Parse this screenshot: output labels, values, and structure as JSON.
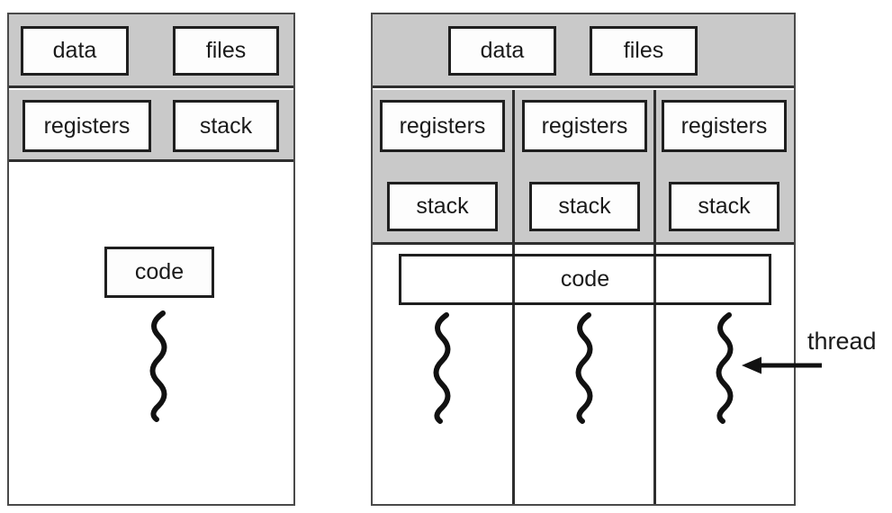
{
  "colors": {
    "gray": "#c9c9c9",
    "line": "#2e2e2e",
    "ink": "#1a1a1a",
    "boxbg": "#fdfdfd"
  },
  "left_diagram": {
    "data_label": "data",
    "files_label": "files",
    "registers_label": "registers",
    "stack_label": "stack",
    "code_label": "code"
  },
  "right_diagram": {
    "data_label": "data",
    "files_label": "files",
    "columns": [
      {
        "registers_label": "registers",
        "stack_label": "stack"
      },
      {
        "registers_label": "registers",
        "stack_label": "stack"
      },
      {
        "registers_label": "registers",
        "stack_label": "stack"
      }
    ],
    "code_label": "code"
  },
  "annotation": {
    "thread_label": "thread"
  }
}
